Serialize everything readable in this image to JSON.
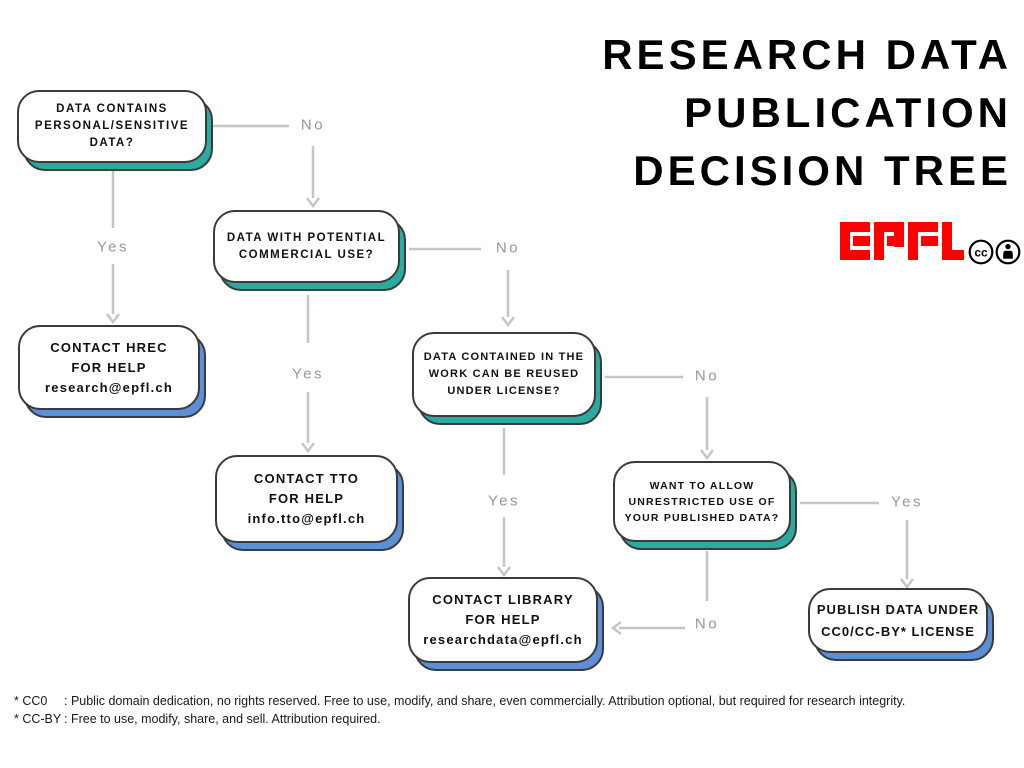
{
  "title": {
    "lines": [
      "RESEARCH DATA",
      "PUBLICATION",
      "DECISION TREE"
    ]
  },
  "logo": {
    "brand": "EPFL",
    "cc_text": "cc"
  },
  "colors": {
    "background": "#FFFFFF",
    "text": "#000000",
    "decision_shadow": "#2BAB9F",
    "terminal_shadow": "#5C8FD6",
    "node_border": "#3B3B3B",
    "arrow": "#C6C6C6",
    "edge_label": "#979797",
    "epfl_red": "#FF0000"
  },
  "nodes": {
    "personal": {
      "type": "decision",
      "lines": [
        "DATA CONTAINS",
        "PERSONAL/SENSITIVE",
        "DATA?"
      ]
    },
    "commercial": {
      "type": "decision",
      "lines": [
        "DATA WITH POTENTIAL",
        "COMMERCIAL USE?"
      ]
    },
    "license": {
      "type": "decision",
      "lines": [
        "DATA CONTAINED IN THE",
        "WORK CAN BE REUSED",
        "UNDER LICENSE?"
      ]
    },
    "unrestricted": {
      "type": "decision",
      "lines": [
        "WANT TO ALLOW",
        "UNRESTRICTED USE OF",
        "YOUR PUBLISHED DATA?"
      ]
    },
    "hrec": {
      "type": "terminal",
      "lines": [
        "CONTACT HREC",
        "FOR HELP",
        "research@epfl.ch"
      ]
    },
    "tto": {
      "type": "terminal",
      "lines": [
        "CONTACT TTO",
        "FOR HELP",
        "info.tto@epfl.ch"
      ]
    },
    "library": {
      "type": "terminal",
      "lines": [
        "CONTACT LIBRARY",
        "FOR HELP",
        "researchdata@epfl.ch"
      ]
    },
    "publish": {
      "type": "terminal",
      "lines": [
        "PUBLISH DATA UNDER",
        "CC0/CC-BY* LICENSE"
      ]
    }
  },
  "edge_labels": {
    "personal_no": "No",
    "personal_yes": "Yes",
    "commercial_no": "No",
    "commercial_yes": "Yes",
    "license_no": "No",
    "license_yes": "Yes",
    "unrestricted_yes": "Yes",
    "unrestricted_no": "No"
  },
  "footnotes": [
    {
      "label": "* CC0",
      "text": ": Public domain dedication, no rights reserved. Free to use, modify, and share, even commercially. Attribution optional, but required for research integrity."
    },
    {
      "label": "* CC-BY",
      "text": ": Free to use, modify, share, and sell. Attribution required."
    }
  ]
}
